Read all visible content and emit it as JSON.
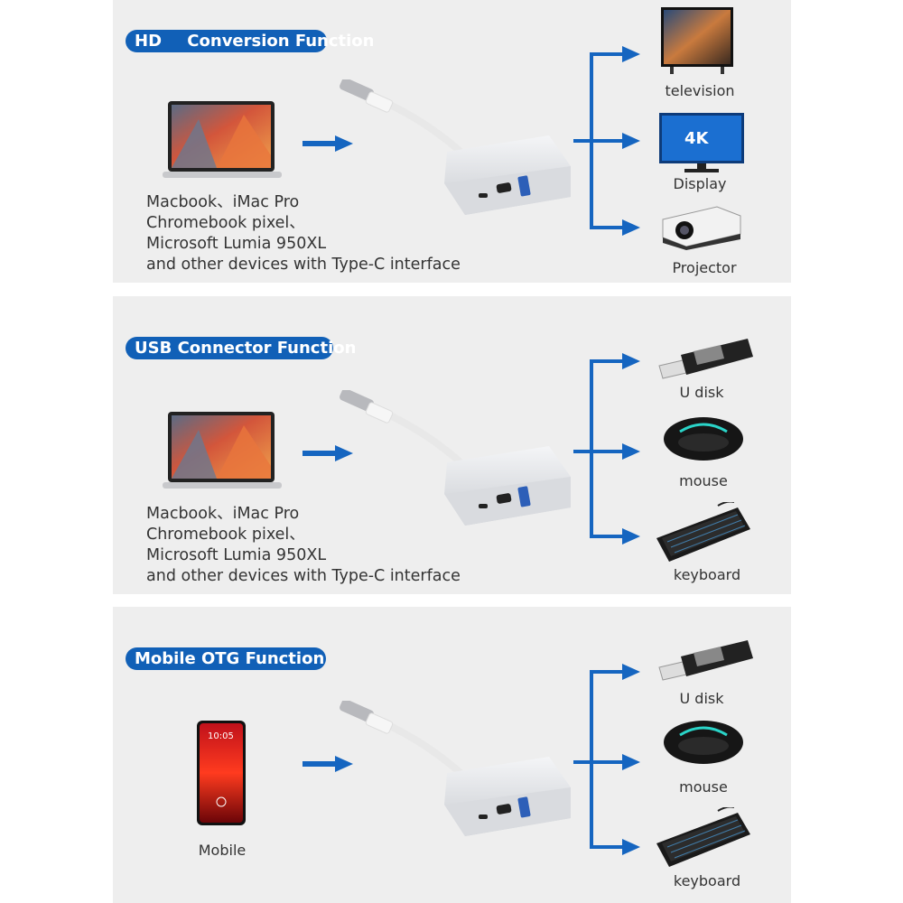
{
  "sections": [
    {
      "title_a": "HD",
      "title_b": "Conversion Function",
      "source_text": "Macbook、iMac Pro\nChromebook pixel、\nMicrosoft Lumia 950XL\nand other devices with Type-C interface",
      "outputs": [
        "television",
        "Display",
        "Projector"
      ]
    },
    {
      "title": "USB Connector Function",
      "source_text": "Macbook、iMac Pro\nChromebook pixel、\nMicrosoft Lumia 950XL\nand other devices with Type-C interface",
      "outputs": [
        "U disk",
        "mouse",
        "keyboard"
      ]
    },
    {
      "title": "Mobile OTG Function",
      "source_label": "Mobile",
      "phone_time": "10:05",
      "outputs": [
        "U disk",
        "mouse",
        "keyboard"
      ]
    }
  ],
  "display_badge": "4K",
  "colors": {
    "accent": "#1160b7",
    "arrow": "#1565c0",
    "panel": "#eeeeee"
  }
}
